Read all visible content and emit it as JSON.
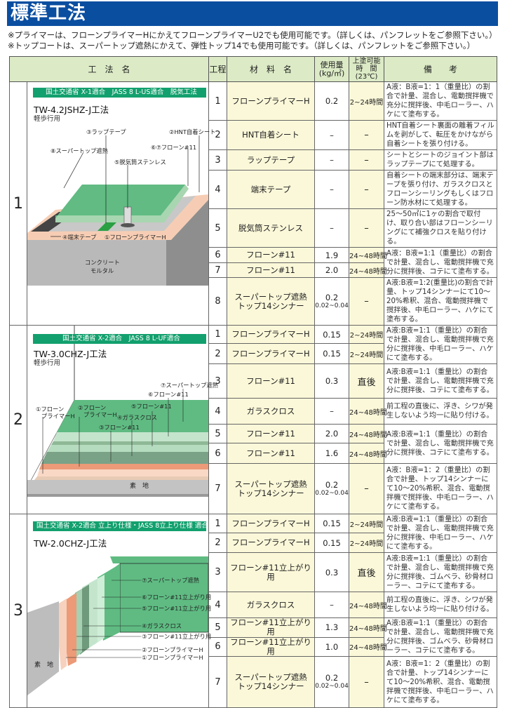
{
  "title": "標準工法",
  "notes": [
    "※プライマーは、フローンプライマーHにかえてフローンプライマーU2でも使用可能です。（詳しくは、パンフレットをご参照下さい。）",
    "※トップコートは、スーパートップ遮熱にかえて、弾性トップ14でも使用可能です。（詳しくは、パンフレットをご参照下さい。）"
  ],
  "header": {
    "method": "工　法　名",
    "step": "工程",
    "material": "材　料　名",
    "usage": "使用量\n(kg/㎡)",
    "usage_l1": "使用量",
    "usage_l2": "(kg/㎡)",
    "time_l1": "上塗可能",
    "time_l2": "時　間",
    "time_l3": "(23℃)",
    "remarks": "備　　考"
  },
  "colors": {
    "banner": "#0a4ea0",
    "header_bg": "#dcebc6",
    "material_bg": "#fbf8d9",
    "badge": "#12a06e",
    "topcoat": "#5fbb82"
  },
  "sections": [
    {
      "number": "1",
      "badge": "国土交通省 X-1適合　JASS 8 L-US適合　脱気工法",
      "method": "TW-4.2JSHZ-J工法",
      "use": "軽歩行用",
      "labels": {
        "wrap": "③ラップテープ",
        "hnt": "②HNT自着シート",
        "top": "⑧スーパートップ遮熱",
        "flon": "⑥⑦フローン#11",
        "vent": "⑤脱気筒ステンレス",
        "edge": "④端末テープ",
        "primer": "①フローンプライマーH",
        "base1": "コンクリート",
        "base2": "モルタル"
      },
      "rows": [
        {
          "step": "1",
          "material": [
            "フローンプライマーH"
          ],
          "usage": "0.2",
          "time": "2~24時間",
          "remarks": "A液：B液=1：1（重量比）の割合で計量、混合し、電動撹拌機で充分に撹拌後、中毛ローラー、ハケにて塗布する。"
        },
        {
          "step": "2",
          "material": [
            "HNT自着シート"
          ],
          "usage": "–",
          "time": "–",
          "remarks": "HNT自着シート裏面の離着フィルムを剥がして、転圧をかけながら自着シートを張り付ける。"
        },
        {
          "step": "3",
          "material": [
            "ラップテープ"
          ],
          "usage": "–",
          "time": "–",
          "remarks": "シートとシートのジョイント部はラップテープにて処理する。"
        },
        {
          "step": "4",
          "material": [
            "端末テープ"
          ],
          "usage": "–",
          "time": "–",
          "remarks": "自着シートの端末部分は、端末テープを張り付け、ガラスクロスとフローンシーリングもしくはフローン防水材にて処理する。"
        },
        {
          "step": "5",
          "material": [
            "脱気筒ステンレス"
          ],
          "usage": "–",
          "time": "–",
          "remarks": "25～50㎡に1ヶの割合で取付け、取り合い部はフローンシーリングにて補強クロスを貼り付ける。"
        },
        {
          "step": "6",
          "material": [
            "フローン#11"
          ],
          "usage": "1.9",
          "time": "24~48時間",
          "remarks": "A液：B液=1:1（重量比）の割合で計量、混合し、電動撹拌機で充分に撹拌後、コテにて塗布する。"
        },
        {
          "step": "7",
          "material": [
            "フローン#11"
          ],
          "usage": "2.0",
          "time": "24~48時間"
        },
        {
          "step": "8",
          "material": [
            "スーパートップ遮熱",
            "トップ14シンナー"
          ],
          "usage": "0.2",
          "usage_sub": "0.02~0.04",
          "time": "–",
          "remarks": "A液:B液=1:2(重量比)の割合で計量、トップ14シンナーにて10～20%希釈、混合、電動撹拌機で撹拌後、中毛ローラー、ハケにて塗布する。"
        }
      ]
    },
    {
      "number": "2",
      "badge": "国土交通省 X-2適合　JASS 8 L-UF適合",
      "method": "TW-3.0CHZ-J工法",
      "use": "軽歩行用",
      "labels": {
        "l1a": "①フローン",
        "l1b": "プライマーH",
        "l2a": "②フローン",
        "l2b": "プライマーH",
        "l3": "③フローン#11",
        "l4": "④ガラスクロス",
        "l5": "⑤フローン#11",
        "l6": "⑥フローン#11",
        "l7": "⑦スーパートップ遮熱",
        "base": "素　地"
      },
      "rows": [
        {
          "step": "1",
          "material": [
            "フローンプライマーH"
          ],
          "usage": "0.15",
          "time": "2~24時間",
          "remarks": "A液:B液=1:1（重量比）の割合で計量、混合し、電動撹拌機で充分に撹拌後、中毛ローラー、ハケにて塗布する。"
        },
        {
          "step": "2",
          "material": [
            "フローンプライマーH"
          ],
          "usage": "0.15",
          "time": "2~24時間"
        },
        {
          "step": "3",
          "material": [
            "フローン#11"
          ],
          "usage": "0.3",
          "time": "直後",
          "remarks": "A液:B液=1:1（重量比）の割合で計量、混合し、電動撹拌機で充分に撹拌後、コテにて塗布する。"
        },
        {
          "step": "4",
          "material": [
            "ガラスクロス"
          ],
          "usage": "–",
          "time": "24~48時間",
          "remarks": "前工程の直後に、浮き、シワが発生しないよう均一に貼り付ける。"
        },
        {
          "step": "5",
          "material": [
            "フローン#11"
          ],
          "usage": "2.0",
          "time": "24~48時間",
          "remarks": "A液:B液=1:1（重量比）の割合で計量、混合し、電動撹拌機で充分に撹拌後、コテにて塗布する。"
        },
        {
          "step": "6",
          "material": [
            "フローン#11"
          ],
          "usage": "1.6",
          "time": "24~48時間"
        },
        {
          "step": "7",
          "material": [
            "スーパートップ遮熱",
            "トップ14シンナー"
          ],
          "usage": "0.2",
          "usage_sub": "0.02~0.04",
          "time": "–",
          "remarks": "A液：B液=1：2（重量比）の割合で計量、トップ14シンナーにて10～20%希釈、混合、電動撹拌機で撹拌後、中毛ローラー、ハケにて塗布する。"
        }
      ]
    },
    {
      "number": "3",
      "badge": "国土交通省 X-2適合 立上り仕様・JASS 8立上り仕様 適合",
      "method": "TW-2.0CHZ-J工法",
      "labels": {
        "l7": "⑦スーパートップ遮熱",
        "l6": "⑥フローン#11立上がり用",
        "l5": "⑤フローン#11立上がり用",
        "l4": "④ガラスクロス",
        "l3": "③フローン#11立上がり用",
        "l2": "②フローンプライマーH",
        "l1": "①フローンプライマーH",
        "base": "素　地"
      },
      "rows": [
        {
          "step": "1",
          "material": [
            "フローンプライマーH"
          ],
          "usage": "0.15",
          "time": "2~24時間",
          "remarks": "A液:B液=1:1（重量比）の割合で計量、混合し、電動撹拌機で充分に撹拌後、中毛ローラー、ハケにて塗布する。"
        },
        {
          "step": "2",
          "material": [
            "フローンプライマーH"
          ],
          "usage": "0.15",
          "time": "2~24時間"
        },
        {
          "step": "3",
          "material": [
            "フローン#11立上がり用"
          ],
          "usage": "0.3",
          "time": "直後",
          "remarks": "A液:B液=1:1（重量比）の割合で計量、混合し、電動撹拌機で充分に撹拌後、ゴムベラ、砂骨材ローラー、コテにて塗布する。"
        },
        {
          "step": "4",
          "material": [
            "ガラスクロス"
          ],
          "usage": "–",
          "time": "24~48時間",
          "remarks": "前工程の直後に、浮き、シワが発生しないよう均一に貼り付ける。"
        },
        {
          "step": "5",
          "material": [
            "フローン#11立上がり用"
          ],
          "usage": "1.3",
          "time": "24~48時間",
          "remarks": "A液:B液=1:1（重量比）の割合で計量、混合し、電動撹拌機で充分に撹拌後、ゴムベラ、砂骨材ローラー、コテにて塗布する。"
        },
        {
          "step": "6",
          "material": [
            "フローン#11立上がり用"
          ],
          "usage": "1.0",
          "time": "24~48時間"
        },
        {
          "step": "7",
          "material": [
            "スーパートップ遮熱",
            "トップ14シンナー"
          ],
          "usage": "0.2",
          "usage_sub": "0.02~0.04",
          "time": "–",
          "remarks": "A液：B液=1：2（重量比）の割合で計量、トップ14シンナーにて10～20%希釈、混合、電動撹拌機で撹拌後、中毛ローラー、ハケにて塗布する。"
        }
      ]
    }
  ]
}
